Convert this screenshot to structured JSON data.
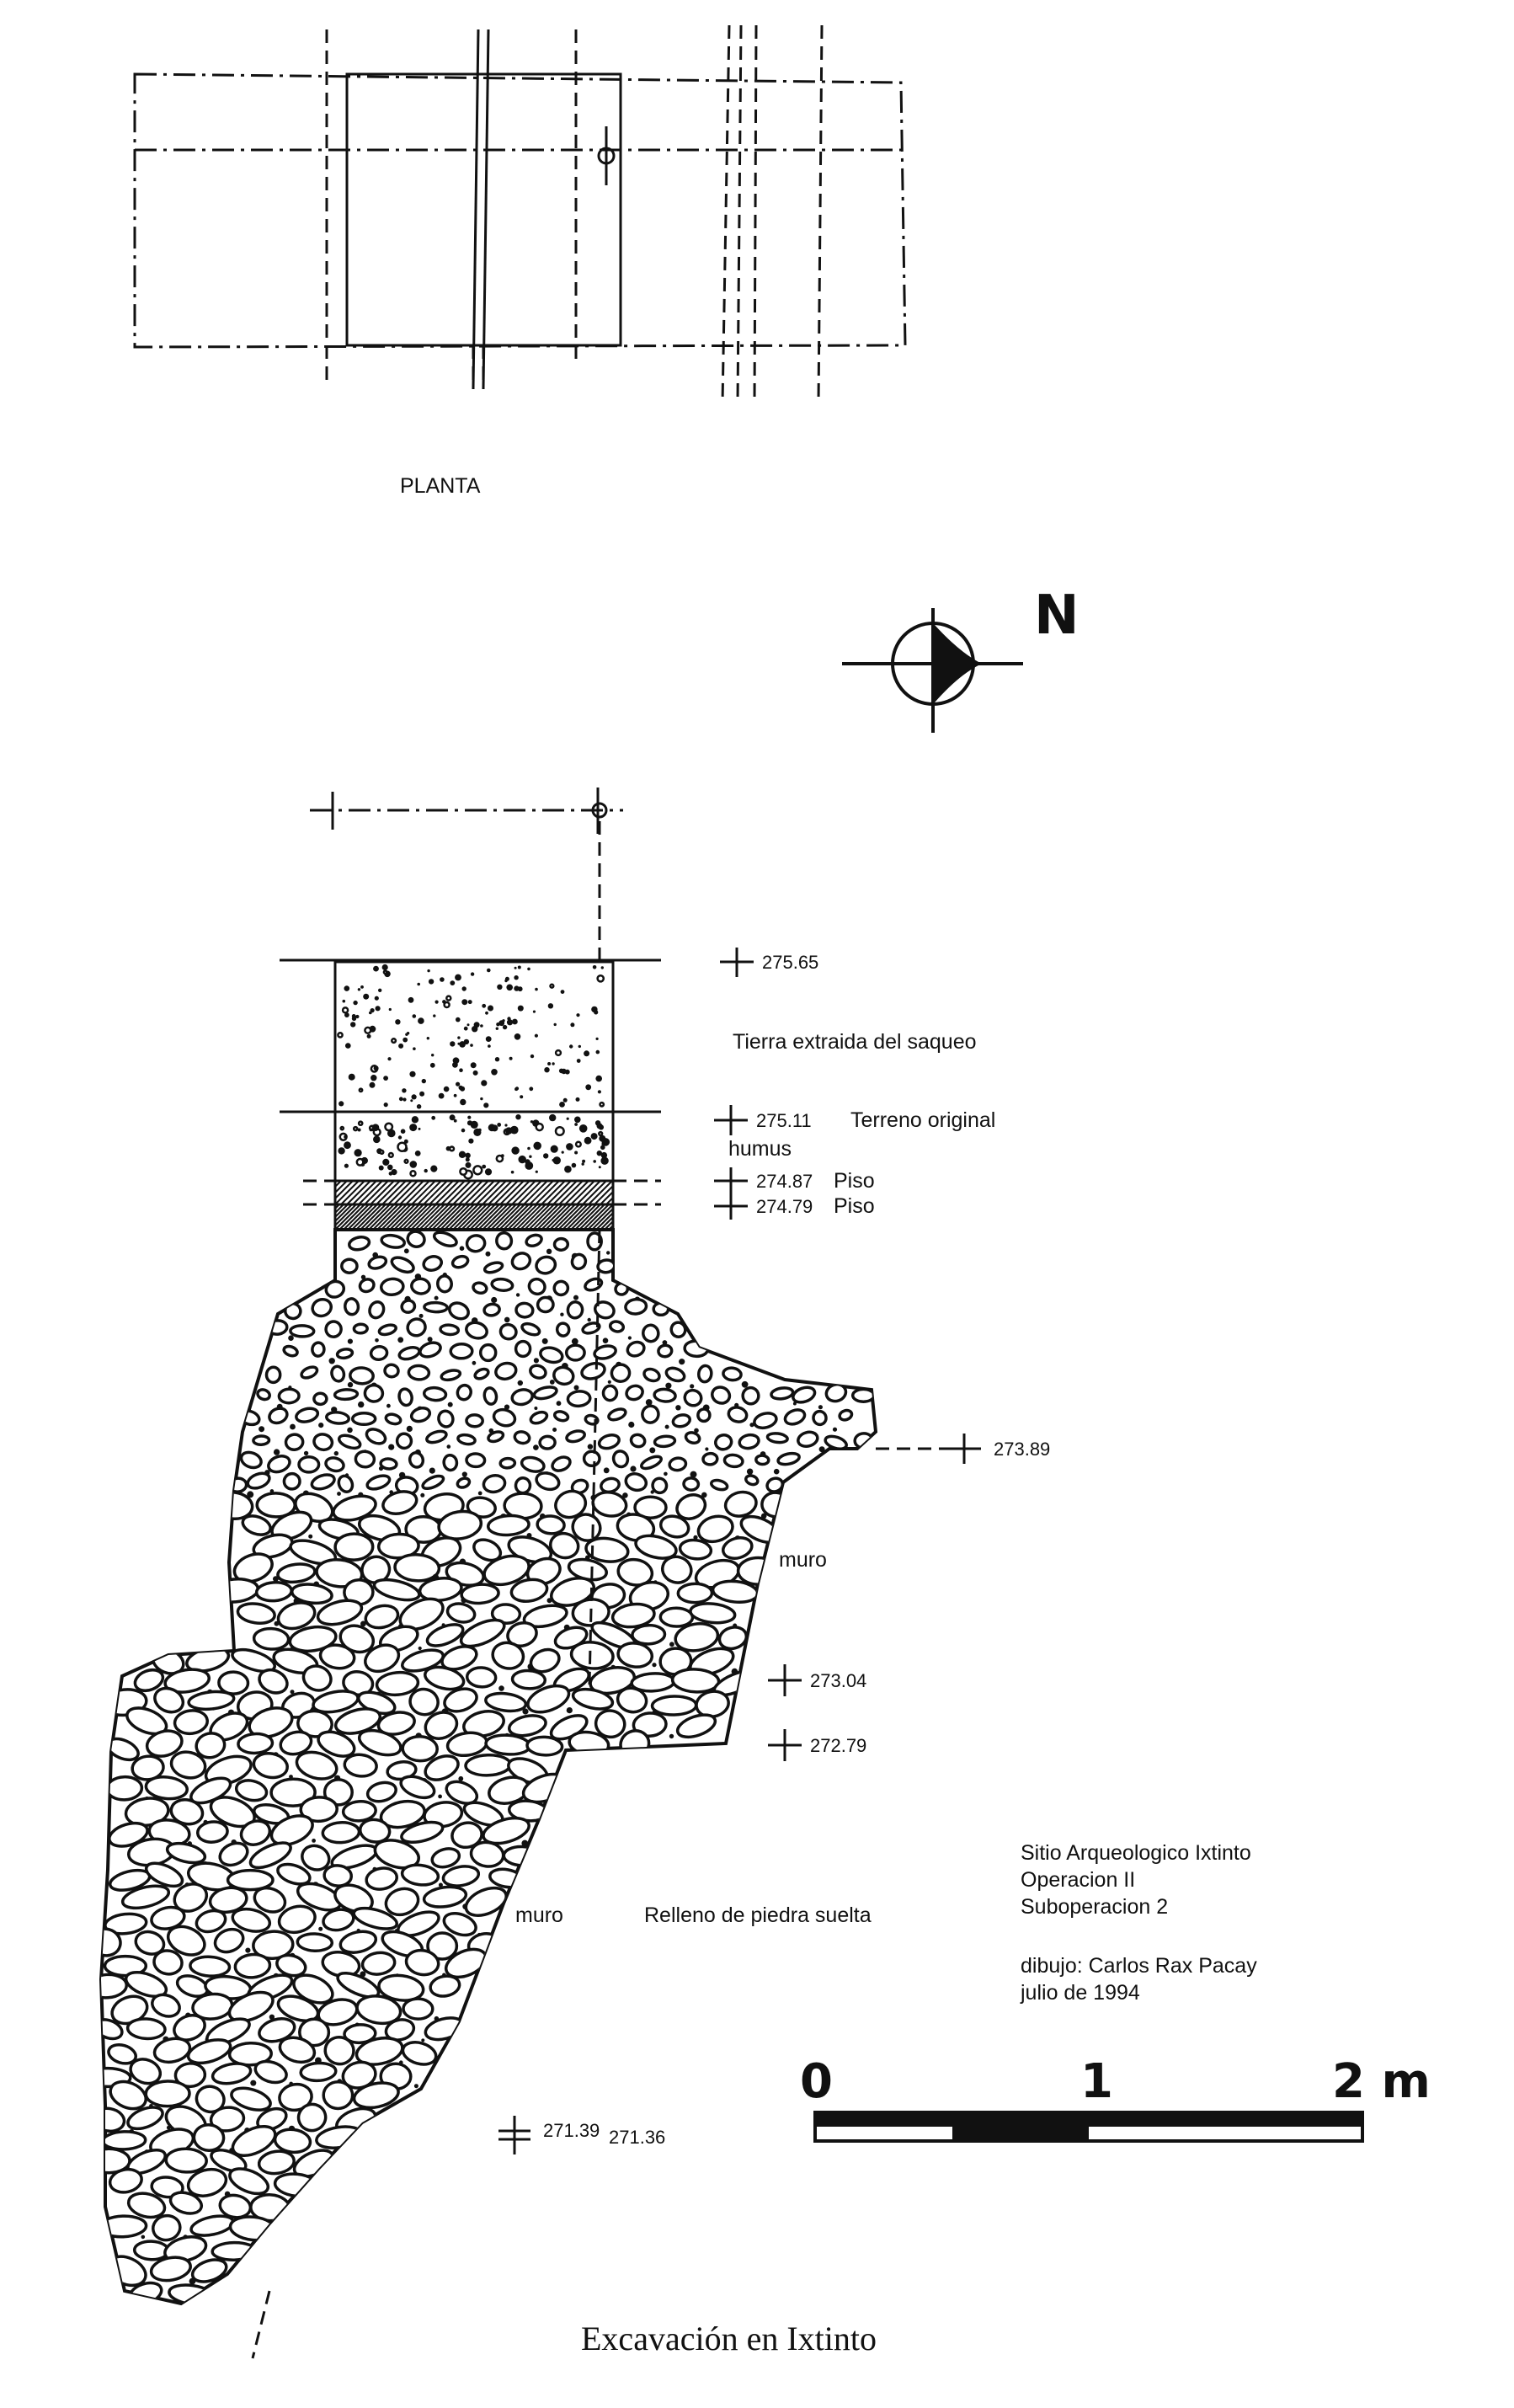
{
  "plan": {
    "label": "PLANTA"
  },
  "north": {
    "label": "N"
  },
  "section": {
    "elevations": {
      "e1": "275.65",
      "e2": "275.11",
      "e3": "274.87",
      "e4": "274.79",
      "e5": "273.89",
      "e6": "273.04",
      "e7": "272.79",
      "e8": "271.39",
      "e9": "271.36"
    },
    "labels": {
      "tierra": "Tierra extraida del saqueo",
      "terreno": "Terreno original",
      "humus": "humus",
      "piso_upper": "Piso",
      "piso_lower": "Piso",
      "muro_right": "muro",
      "muro_left": "muro",
      "relleno": "Relleno de piedra suelta"
    }
  },
  "info": {
    "site": "Sitio Arqueologico Ixtinto",
    "operation": "Operacion II",
    "suboperation": "Suboperacion 2",
    "drawing": "dibujo: Carlos Rax Pacay",
    "date": "julio de 1994"
  },
  "scale_bar": {
    "label_0": "0",
    "label_1": "1",
    "label_2": "2 m"
  },
  "caption": "Excavación en Ixtinto"
}
